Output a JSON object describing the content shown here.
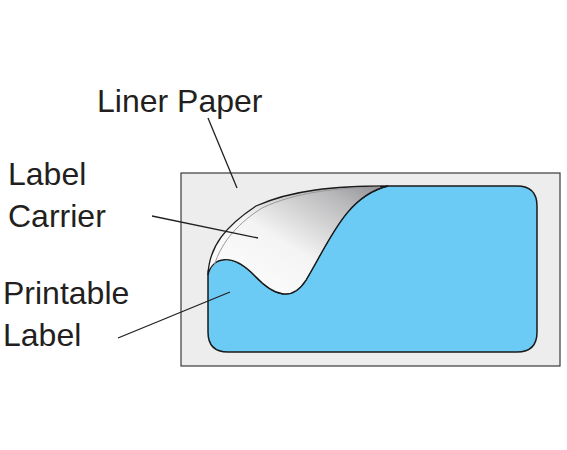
{
  "diagram": {
    "labels": [
      "Liner Paper",
      "Label Carrier",
      "Printable Label"
    ]
  }
}
